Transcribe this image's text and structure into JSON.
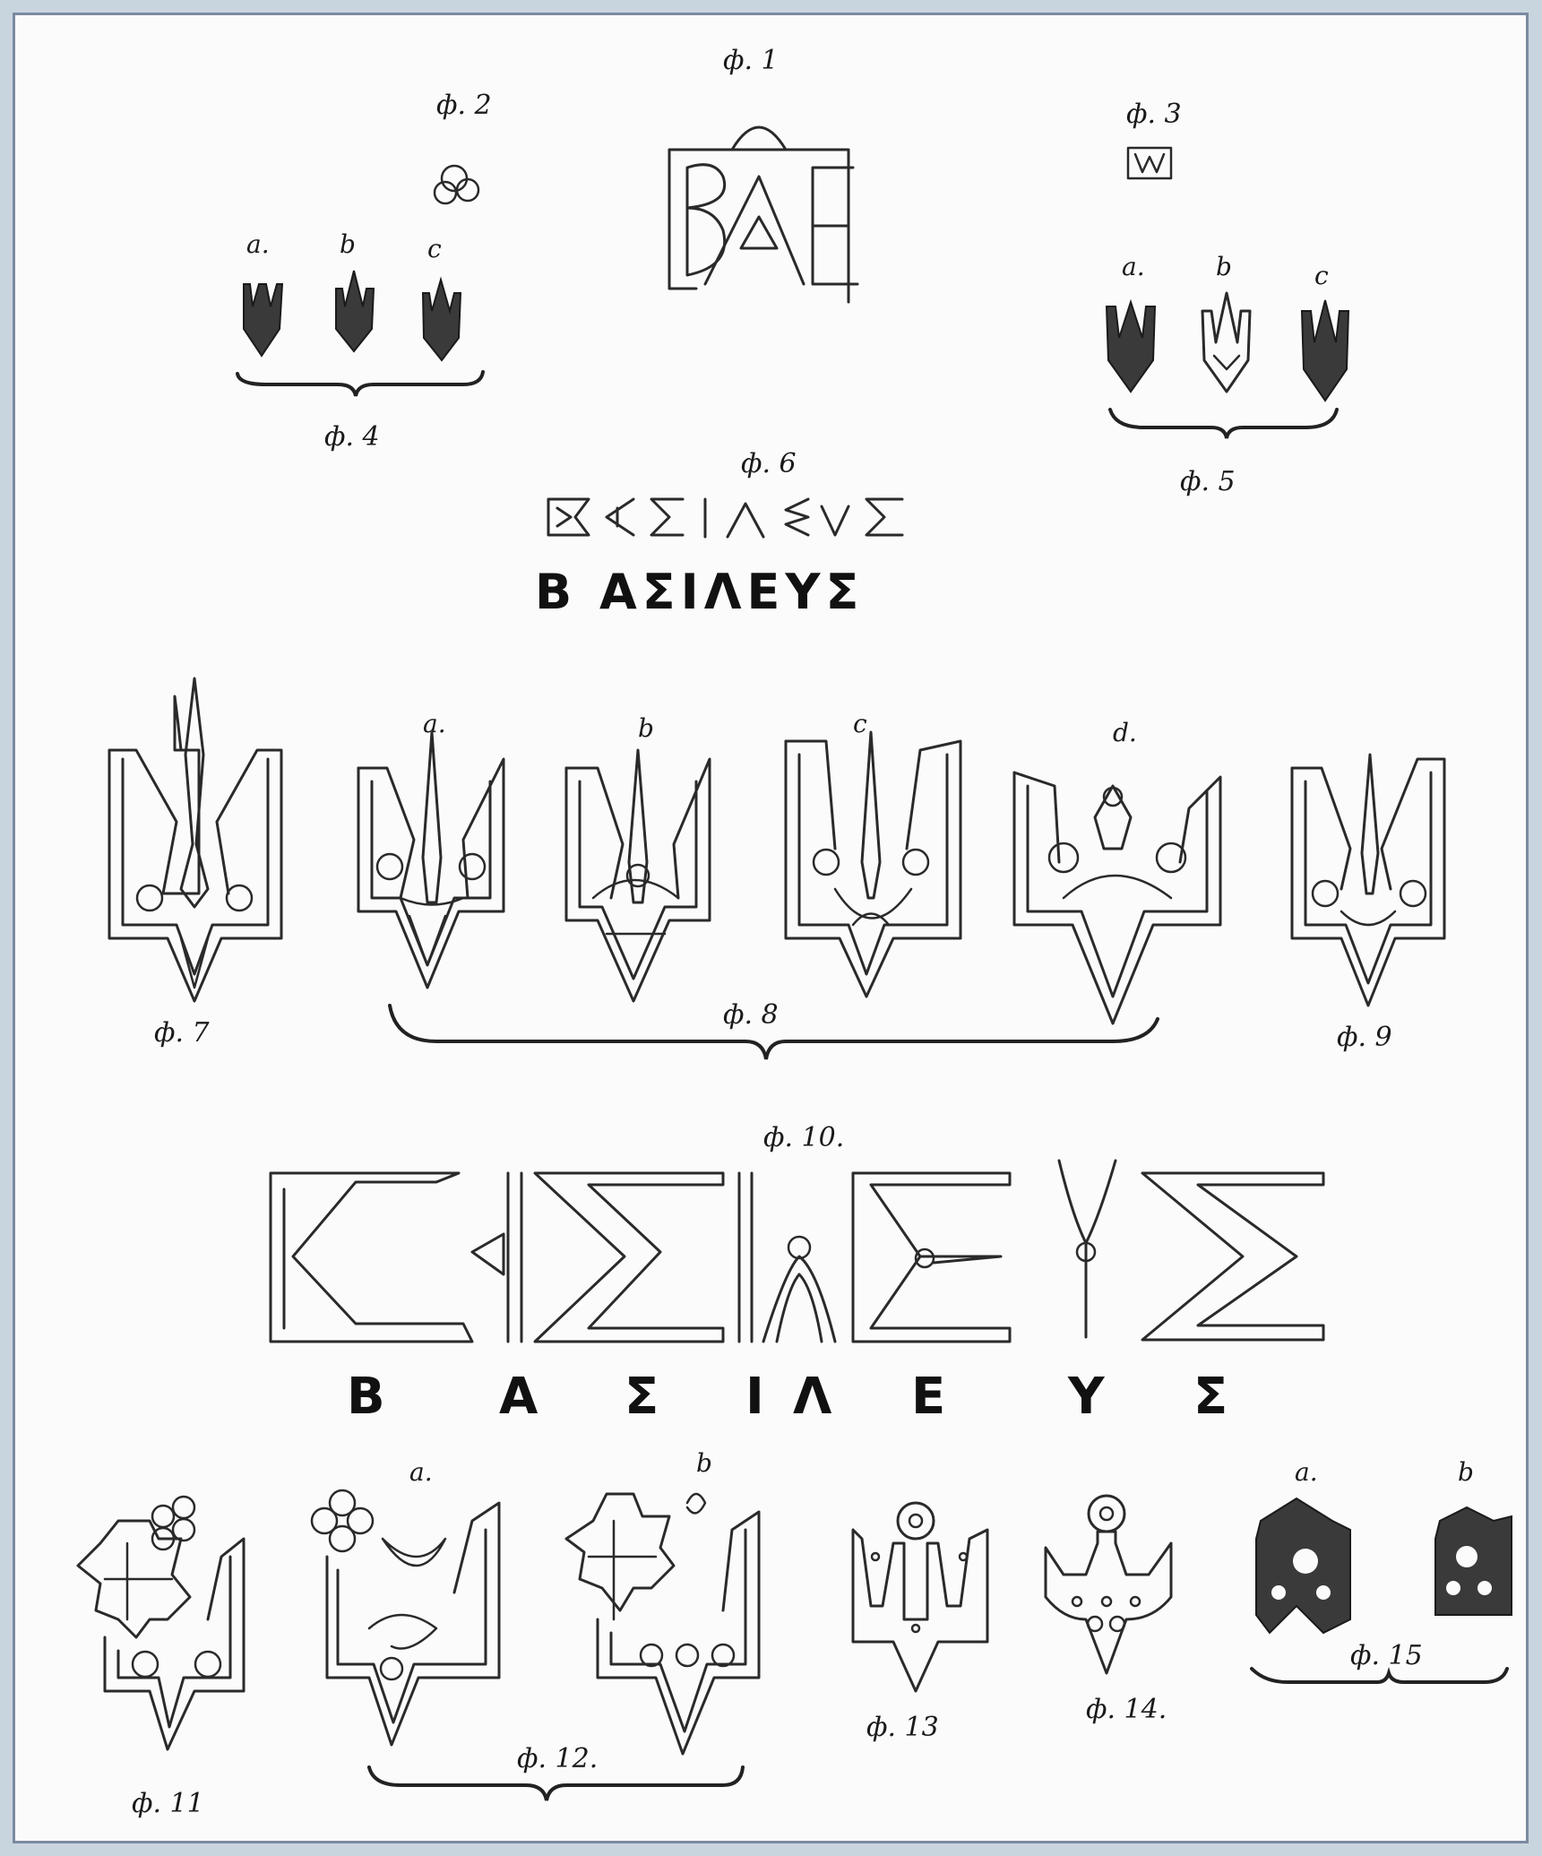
{
  "figures": {
    "f1": "ф. 1",
    "f2": "ф. 2",
    "f3": "ф. 3",
    "f4": "ф. 4",
    "f5": "ф. 5",
    "f6": "ф. 6",
    "f7": "ф. 7",
    "f8": "ф. 8",
    "f9": "ф. 9",
    "f10": "ф. 10.",
    "f11": "ф. 11",
    "f12": "ф. 12.",
    "f13": "ф. 13",
    "f14": "ф. 14.",
    "f15": "ф. 15"
  },
  "sublabels": {
    "a": "a.",
    "b": "b",
    "c": "c",
    "d": "d."
  },
  "captions": {
    "basileus_small": "Β ΑΣΙΛΕΥΣ",
    "basileus_large": [
      "Β",
      "Α",
      "Σ",
      "Ι",
      "Λ",
      "Ε",
      "Υ",
      "Σ"
    ]
  }
}
